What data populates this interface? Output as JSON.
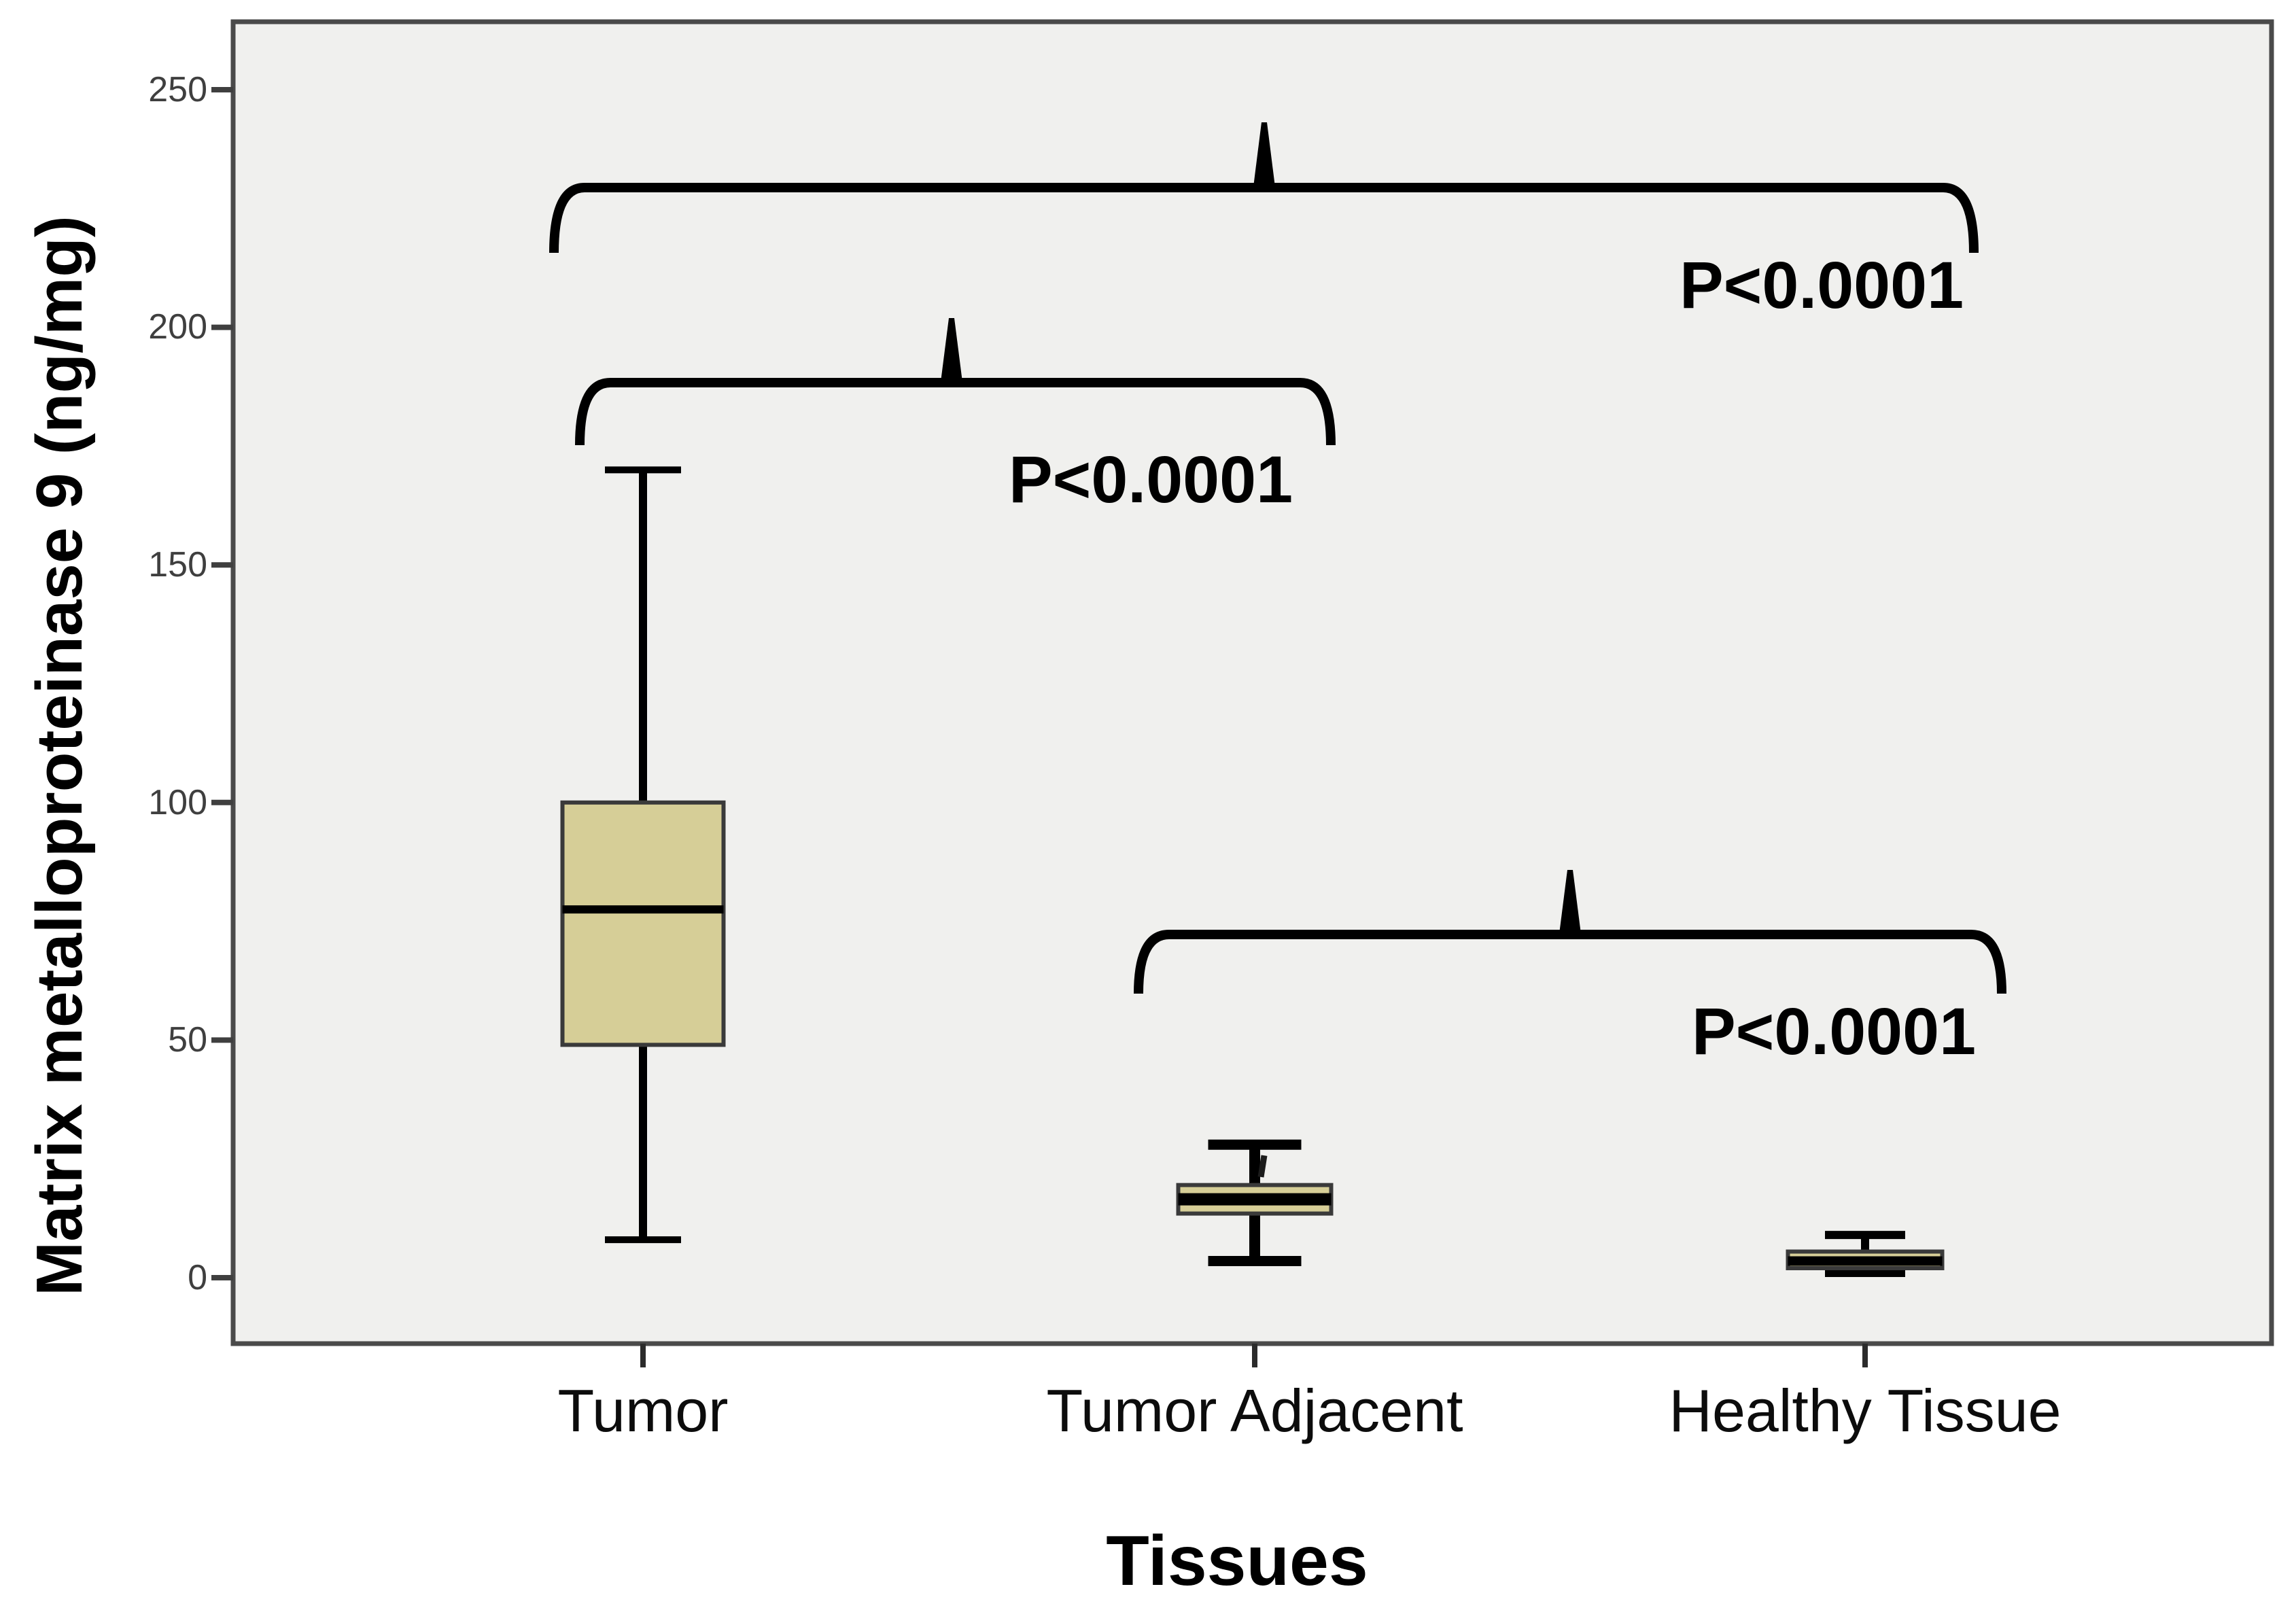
{
  "chart_data": {
    "type": "boxplot",
    "title": "",
    "xlabel": "Tissues",
    "ylabel": "Matrix metalloproteinase 9 (ng/mg)",
    "categories": [
      "Tumor",
      "Tumor Adjacent",
      "Healthy Tissue"
    ],
    "series": [
      {
        "name": "Tumor",
        "min": 8,
        "q1": 49,
        "median": 77.5,
        "q3": 100,
        "max": 170
      },
      {
        "name": "Tumor Adjacent",
        "min": 3.5,
        "q1": 13.5,
        "median": 16.5,
        "q3": 19.5,
        "max": 28
      },
      {
        "name": "Healthy Tissue",
        "min": 1,
        "q1": 2,
        "median": 3.5,
        "q3": 5.5,
        "max": 9
      }
    ],
    "yticks": [
      0,
      50,
      100,
      150,
      200,
      250
    ],
    "ylim": [
      0,
      250
    ],
    "grid": false,
    "legend": false,
    "annotations": [
      {
        "label": "P<0.0001",
        "between": [
          "Tumor",
          "Healthy Tissue"
        ]
      },
      {
        "label": "P<0.0001",
        "between": [
          "Tumor",
          "Tumor Adjacent"
        ]
      },
      {
        "label": "P<0.0001",
        "between": [
          "Tumor Adjacent",
          "Healthy Tissue"
        ]
      }
    ],
    "colors": {
      "box_fill": "#d6ce97",
      "box_border": "#3a3a3a",
      "median": "#000000",
      "whisker": "#000000",
      "bracket": "#000000",
      "plot_bg": "#f0f0ee",
      "plot_border": "#4a4a4a",
      "tick_label": "#3f3f3f"
    }
  }
}
